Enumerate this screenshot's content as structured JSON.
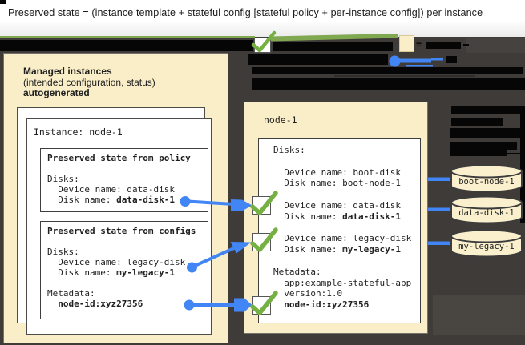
{
  "title": "Preserved state = (instance template + stateful config [stateful policy + per-instance config]) per instance",
  "legend": {
    "equals_sign": "="
  },
  "colors": {
    "accent_blue": "#4285F4",
    "check_green": "#74B042",
    "line_green": "#7FA850",
    "panel_cream": "#FAEEC8",
    "background_dark": "#3E3B38",
    "redaction_black": "#060606"
  },
  "left_panel": {
    "heading_line1": "Managed instances",
    "heading_line2": "(intended configuration, status)",
    "heading_line3": "autogenerated",
    "instance_title": "Instance: node-1",
    "policy_box": {
      "title": "Preserved state from policy",
      "disks_header": "Disks:",
      "device_line": "  Device name: data-disk",
      "disk_label": "  Disk name: ",
      "disk_value": "data-disk-1"
    },
    "configs_box": {
      "title": "Preserved state from configs",
      "disks_header": "Disks:",
      "device_line": "  Device name: legacy-disk",
      "disk_label": "  Disk name: ",
      "disk_value": "my-legacy-1",
      "metadata_header": "Metadata:",
      "metadata_node_id": "  node-id:xyz27356"
    }
  },
  "right_panel": {
    "title": "node-1",
    "disks_header": "Disks:",
    "boot_device_line": "  Device name: boot-disk",
    "boot_disk_line": "  Disk name: boot-node-1",
    "data_device_line": "  Device name: data-disk",
    "data_disk_label": "  Disk name: ",
    "data_disk_value": "data-disk-1",
    "legacy_device_line": "  Device name: legacy-disk",
    "legacy_disk_label": "  Disk name: ",
    "legacy_disk_value": "my-legacy-1",
    "metadata_header": "Metadata:",
    "metadata_app_line": "  app:example-stateful-app",
    "metadata_version_line": "  version:1.0",
    "metadata_node_id": "  node-id:xyz27356"
  },
  "disks": [
    {
      "label": "boot-node-1"
    },
    {
      "label": "data-disk-1"
    },
    {
      "label": "my-legacy-1"
    }
  ]
}
